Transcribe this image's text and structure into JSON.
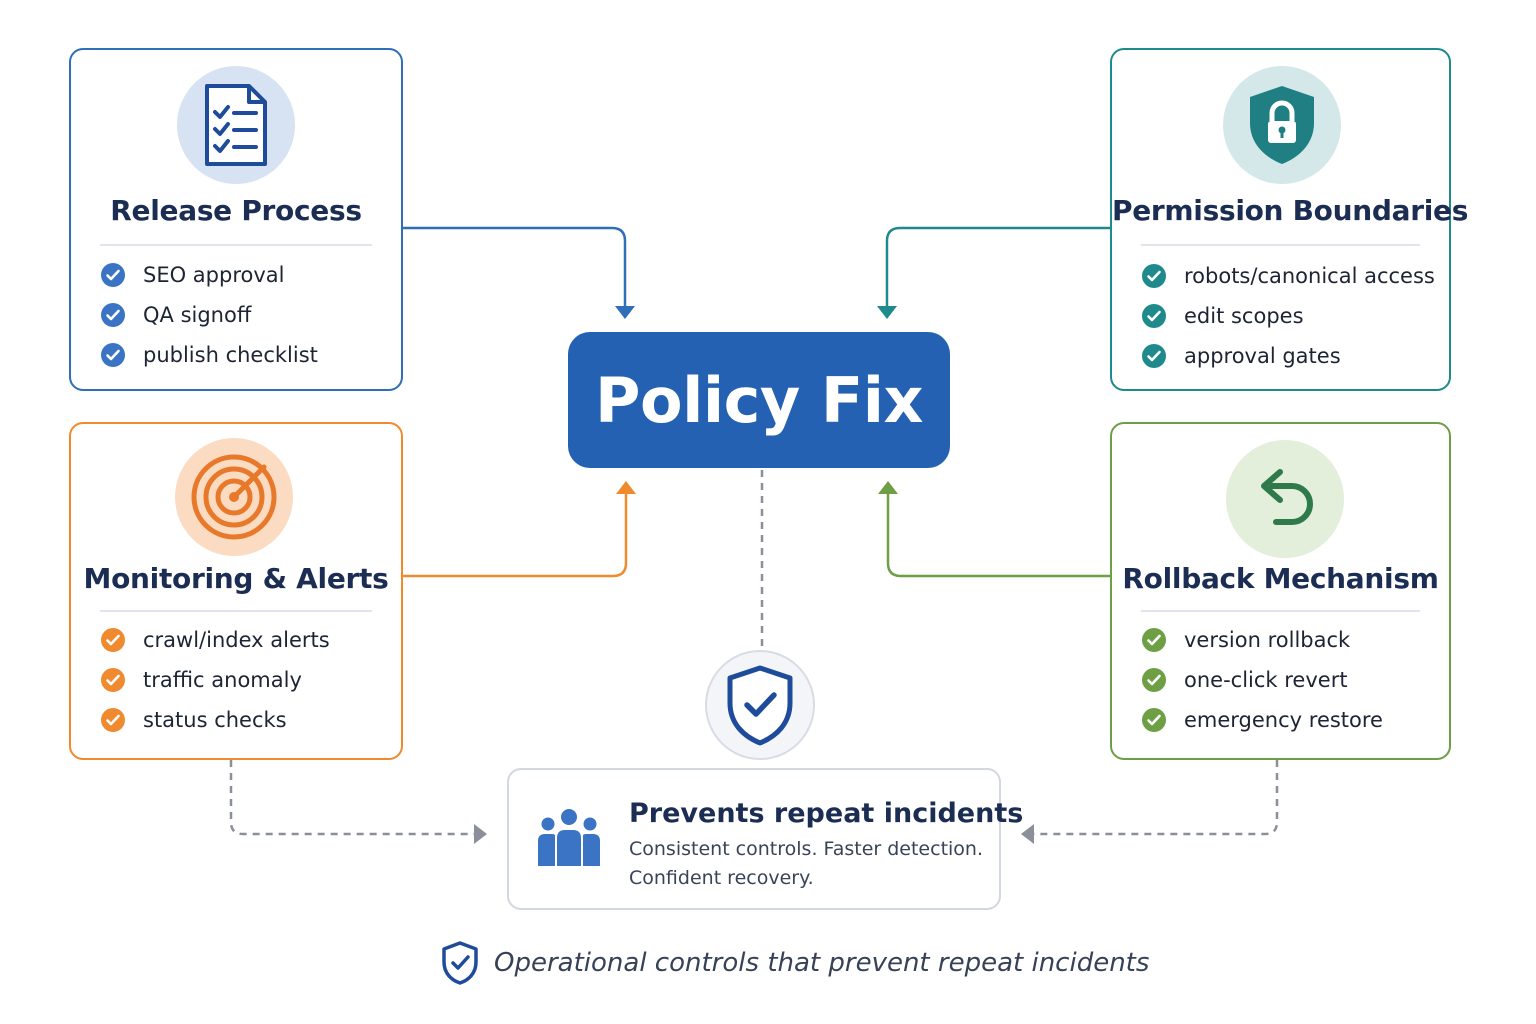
{
  "center": {
    "title": "Policy Fix"
  },
  "colors": {
    "release": "#2f6eb8",
    "permission": "#1f8a8c",
    "monitoring": "#ef8a2e",
    "rollback": "#6f9f45",
    "center": "#2461b3",
    "dashed": "#8a8f99"
  },
  "cards": {
    "release": {
      "icon": "checklist-document-icon",
      "title": "Release Process",
      "items": [
        "SEO approval",
        "QA signoff",
        "publish checklist"
      ]
    },
    "permission": {
      "icon": "shield-lock-icon",
      "title": "Permission Boundaries",
      "items": [
        "robots/canonical access",
        "edit scopes",
        "approval gates"
      ]
    },
    "monitoring": {
      "icon": "radar-icon",
      "title": "Monitoring & Alerts",
      "items": [
        "crawl/index alerts",
        "traffic anomaly",
        "status checks"
      ]
    },
    "rollback": {
      "icon": "undo-arrow-icon",
      "title": "Rollback Mechanism",
      "items": [
        "version rollback",
        "one-click revert",
        "emergency restore"
      ]
    }
  },
  "outcome": {
    "icon": "people-group-icon",
    "badge_icon": "shield-check-icon",
    "title": "Prevents repeat incidents",
    "line1": "Consistent controls. Faster detection.",
    "line2": "Confident recovery."
  },
  "footer": {
    "icon": "shield-check-outline-icon",
    "text": "Operational controls that prevent repeat incidents"
  }
}
